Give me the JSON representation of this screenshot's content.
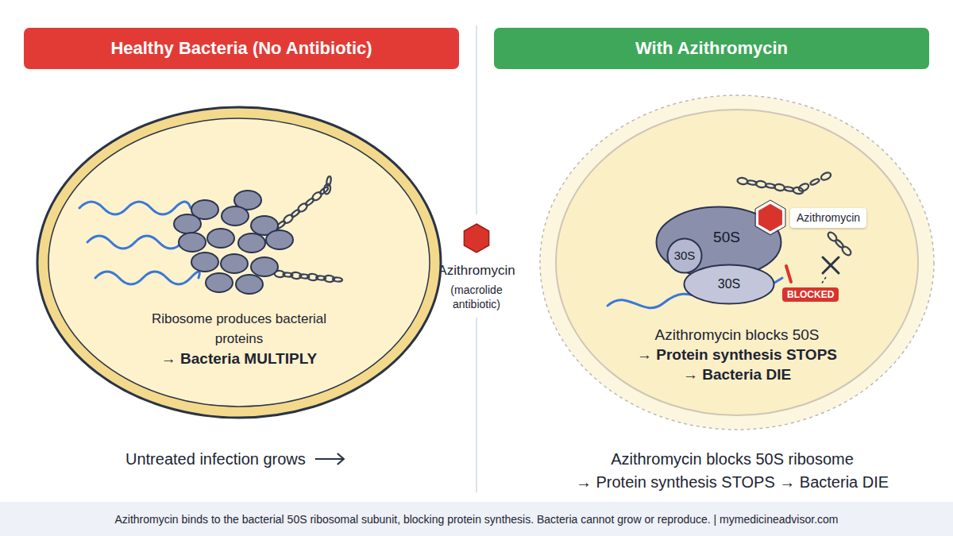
{
  "diagram": {
    "caption": "Azithromycin binds to the bacterial 50S ribosomal subunit, blocking protein synthesis. Bacteria cannot grow or reproduce. | mymedicineadvisor.com",
    "nodes": [
      {
        "text": [
          "Healthy Bacteria (No Antibiotic)"
        ]
      },
      {
        "text": [
          "With Azithromycin"
        ]
      },
      {
        "text": [
          "Ribosome produces bacterial proteins",
          "→ Bacteria MULTIPLY"
        ]
      },
      {
        "text": [
          "Azithromycin blocks 50S",
          "→ Protein synthesis STOPS",
          "→ Bacteria DIE"
        ]
      },
      {
        "text": [
          "50S"
        ],
        "in": 3
      },
      {
        "text": [
          "30S"
        ],
        "in": 3
      },
      {
        "text": [
          "30S"
        ],
        "in": 3
      },
      {
        "text": [
          "Azithromycin"
        ],
        "in": 3
      },
      {
        "text": [
          "BLOCKED"
        ],
        "in": 3
      }
    ],
    "labels": [
      "Azithromycin",
      "(macrolide antibiotic)",
      "Untreated infection grows",
      "Azithromycin blocks 50S ribosome",
      "→ Protein synthesis STOPS → Bacteria DIE"
    ]
  }
}
